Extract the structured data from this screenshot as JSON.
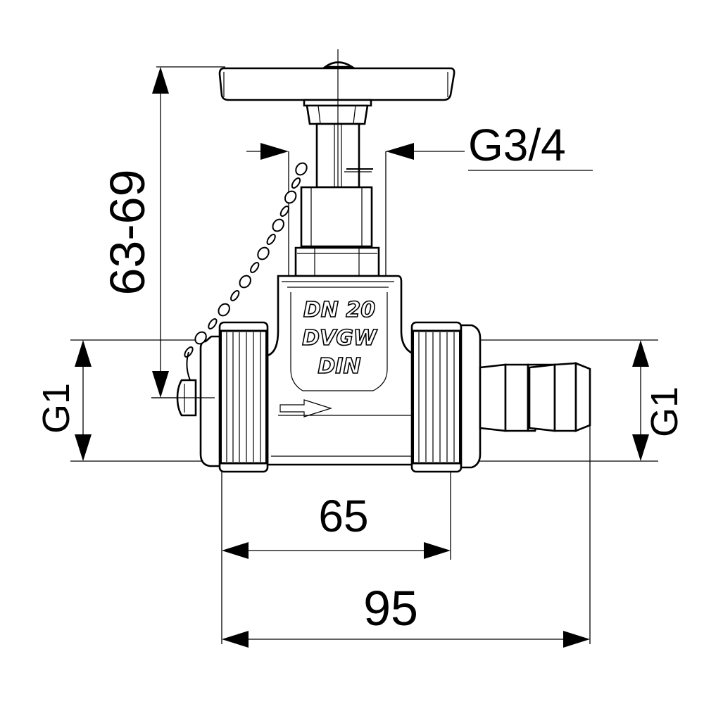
{
  "dimensions": {
    "height": "63-69",
    "stem_thread": "G3/4",
    "left_thread": "G1",
    "right_thread": "G1",
    "body_length": "65",
    "overall_length": "95"
  },
  "body_marking": {
    "line1": "DN 20",
    "line2": "DVGW",
    "line3": "DIN"
  }
}
